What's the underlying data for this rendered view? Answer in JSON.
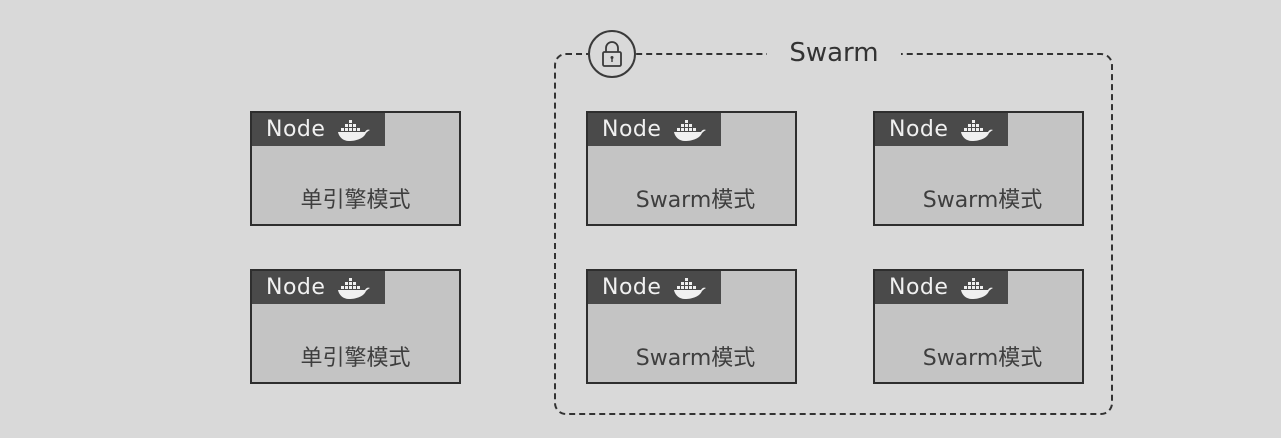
{
  "diagram": {
    "standalone_nodes": [
      {
        "label": "Node",
        "icon": "docker-whale-icon",
        "mode": "单引擎模式"
      },
      {
        "label": "Node",
        "icon": "docker-whale-icon",
        "mode": "单引擎模式"
      }
    ],
    "swarm_group": {
      "title": "Swarm",
      "icon": "lock-icon",
      "nodes": [
        {
          "label": "Node",
          "icon": "docker-whale-icon",
          "mode": "Swarm模式"
        },
        {
          "label": "Node",
          "icon": "docker-whale-icon",
          "mode": "Swarm模式"
        },
        {
          "label": "Node",
          "icon": "docker-whale-icon",
          "mode": "Swarm模式"
        },
        {
          "label": "Node",
          "icon": "docker-whale-icon",
          "mode": "Swarm模式"
        }
      ]
    },
    "colors": {
      "background": "#d9d9d9",
      "node_fill": "#c4c4c4",
      "node_header": "#4a4a4a",
      "border": "#2e2e2e"
    }
  }
}
